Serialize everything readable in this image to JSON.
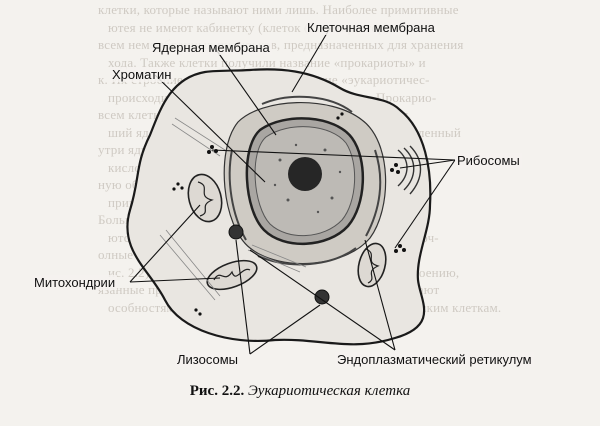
{
  "figure": {
    "labels": {
      "cell_membrane": "Клеточная мембрана",
      "nuclear_membrane": "Ядерная мембрана",
      "chromatin": "Хроматин",
      "ribosomes": "Рибосомы",
      "mitochondria": "Митохондрии",
      "lysosomes": "Лизосомы",
      "er": "Эндоплазматический ретикулум"
    },
    "caption": {
      "number": "Рис. 2.2.",
      "title": "Эукариотическая клетка"
    }
  },
  "background_text": [
    "клетки, которые называют ними лишь. Наиболее примитивные",
    "ютея не имеют кабинетку (клеток (кинетаргетор), а нет",
    "всем немембранных пузырьков, предназначенных для хранения",
    "хода. Также клетки получили название «прокариоты» и",
    "к. Их строение показано на рис. Название «эукариотичес-",
    "происходит от греческих слов «эу» — «ядро». Прокарио-",
    "всем клетки как бы — ядро, поскольку они помещены",
    "ший ядерный вещества, то есть в ней материал оформленный",
    "утри ядра, то есть внутри ядра клетки. «Нуклеиновая",
    "кислота в такими, спорах в органоидах, где образуется",
    "ную области, называемой «ядром», который относятся",
    "пример, одноклеточные бактерии.",
    "Большинство клеток многоклеточных организмов (а так-",
    "ются эукариотическими. Однако есть, как и многоклеточ-",
    "олные органоиды мембранные, названные здесь клетки",
    "ис. 2.2). Только бактерии, примитивные по своему строению,",
    "язанные прокариоты. Эукариотические клетки не обладают",
    "особностями, которые свойственны лишь эукариотическим клеткам."
  ]
}
